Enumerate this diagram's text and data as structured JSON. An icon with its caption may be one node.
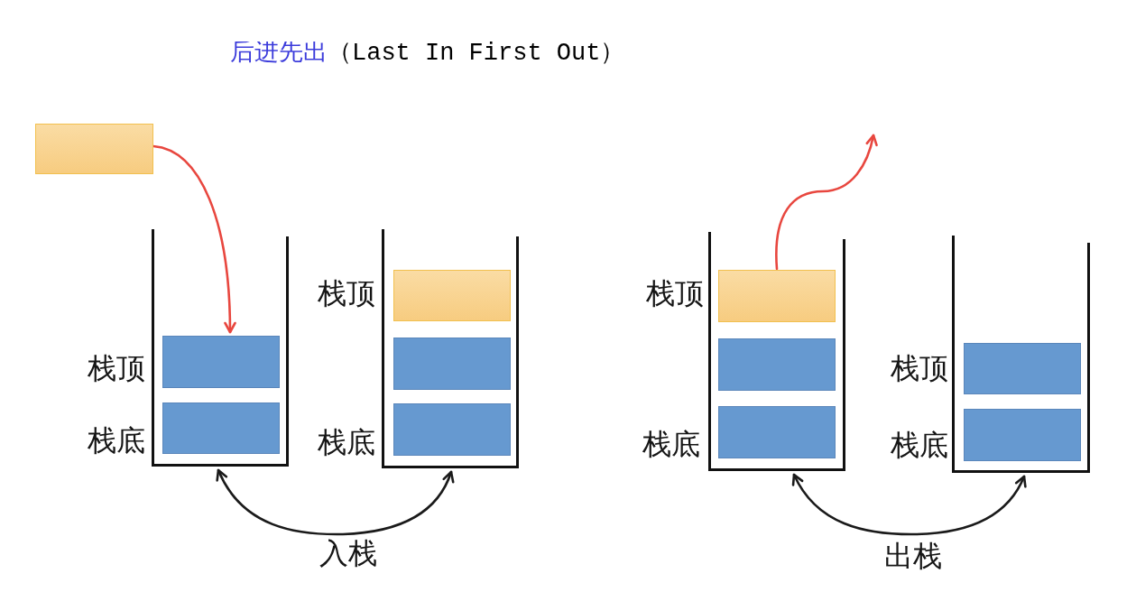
{
  "diagram": {
    "title": "后进先出（Last In First Out）",
    "nodes": [
      {
        "text": [],
        "shape": "box"
      },
      {
        "text": [],
        "shape": "container"
      },
      {
        "text": [],
        "shape": "box",
        "in": 1
      },
      {
        "text": [],
        "shape": "box",
        "in": 1
      },
      {
        "text": [],
        "shape": "container"
      },
      {
        "text": [],
        "shape": "box",
        "in": 4
      },
      {
        "text": [],
        "shape": "box",
        "in": 4
      },
      {
        "text": [],
        "shape": "box",
        "in": 4
      },
      {
        "text": [],
        "shape": "container"
      },
      {
        "text": [],
        "shape": "box",
        "in": 8
      },
      {
        "text": [],
        "shape": "box",
        "in": 8
      },
      {
        "text": [],
        "shape": "box",
        "in": 8
      },
      {
        "text": [],
        "shape": "container"
      },
      {
        "text": [],
        "shape": "box",
        "in": 12
      },
      {
        "text": [],
        "shape": "box",
        "in": 12
      }
    ],
    "edges": [
      {
        "from": 0,
        "to": 2,
        "arrow": "to",
        "color": "#e8473f"
      },
      {
        "from": 9,
        "to": null,
        "arrow": "to",
        "color": "#e8473f"
      },
      {
        "from": 1,
        "to": 4,
        "arrow": "both",
        "label": "入栈",
        "color": "#1a1a1a"
      },
      {
        "from": 8,
        "to": 12,
        "arrow": "both",
        "label": "出栈",
        "color": "#1a1a1a"
      }
    ],
    "labels": [
      "栈顶",
      "栈底",
      "栈顶",
      "栈底",
      "栈顶",
      "栈底",
      "栈顶",
      "栈底"
    ]
  }
}
